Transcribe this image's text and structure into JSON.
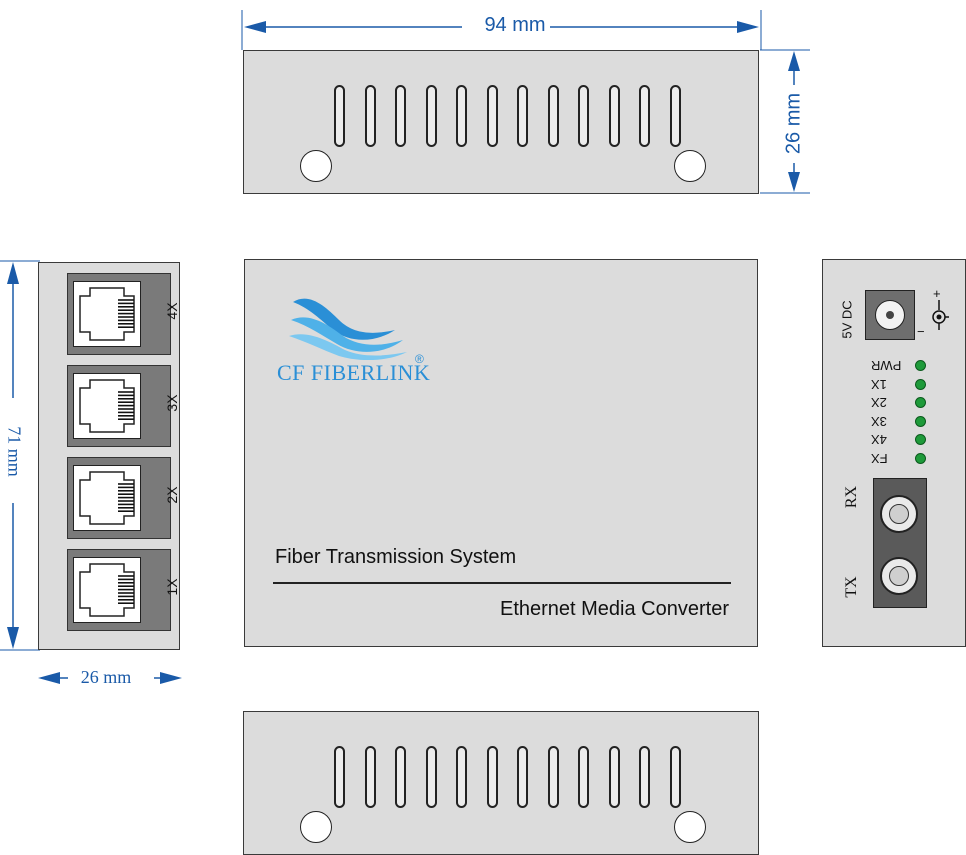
{
  "dimensions": {
    "top_width": "94 mm",
    "top_height": "26 mm",
    "left_height": "71 mm",
    "left_width": "26 mm"
  },
  "logo": {
    "brand": "CF FIBERLINK",
    "registered": "®",
    "color": "#2a8fd6"
  },
  "front_panel": {
    "title": "Fiber Transmission System",
    "subtitle": "Ethernet Media Converter"
  },
  "rj45_ports": [
    {
      "label": "4X"
    },
    {
      "label": "3X"
    },
    {
      "label": "2X"
    },
    {
      "label": "1X"
    }
  ],
  "power": {
    "label": "5V DC",
    "plus": "+",
    "minus": "−"
  },
  "leds": [
    {
      "label": "PWR"
    },
    {
      "label": "1X"
    },
    {
      "label": "2X"
    },
    {
      "label": "3X"
    },
    {
      "label": "4X"
    },
    {
      "label": "FX"
    }
  ],
  "fiber_ports": [
    {
      "label": "RX"
    },
    {
      "label": "TX"
    }
  ],
  "colors": {
    "dimension": "#1a5aa8",
    "panel": "#dcdcdc",
    "led": "#1e9a3a"
  }
}
